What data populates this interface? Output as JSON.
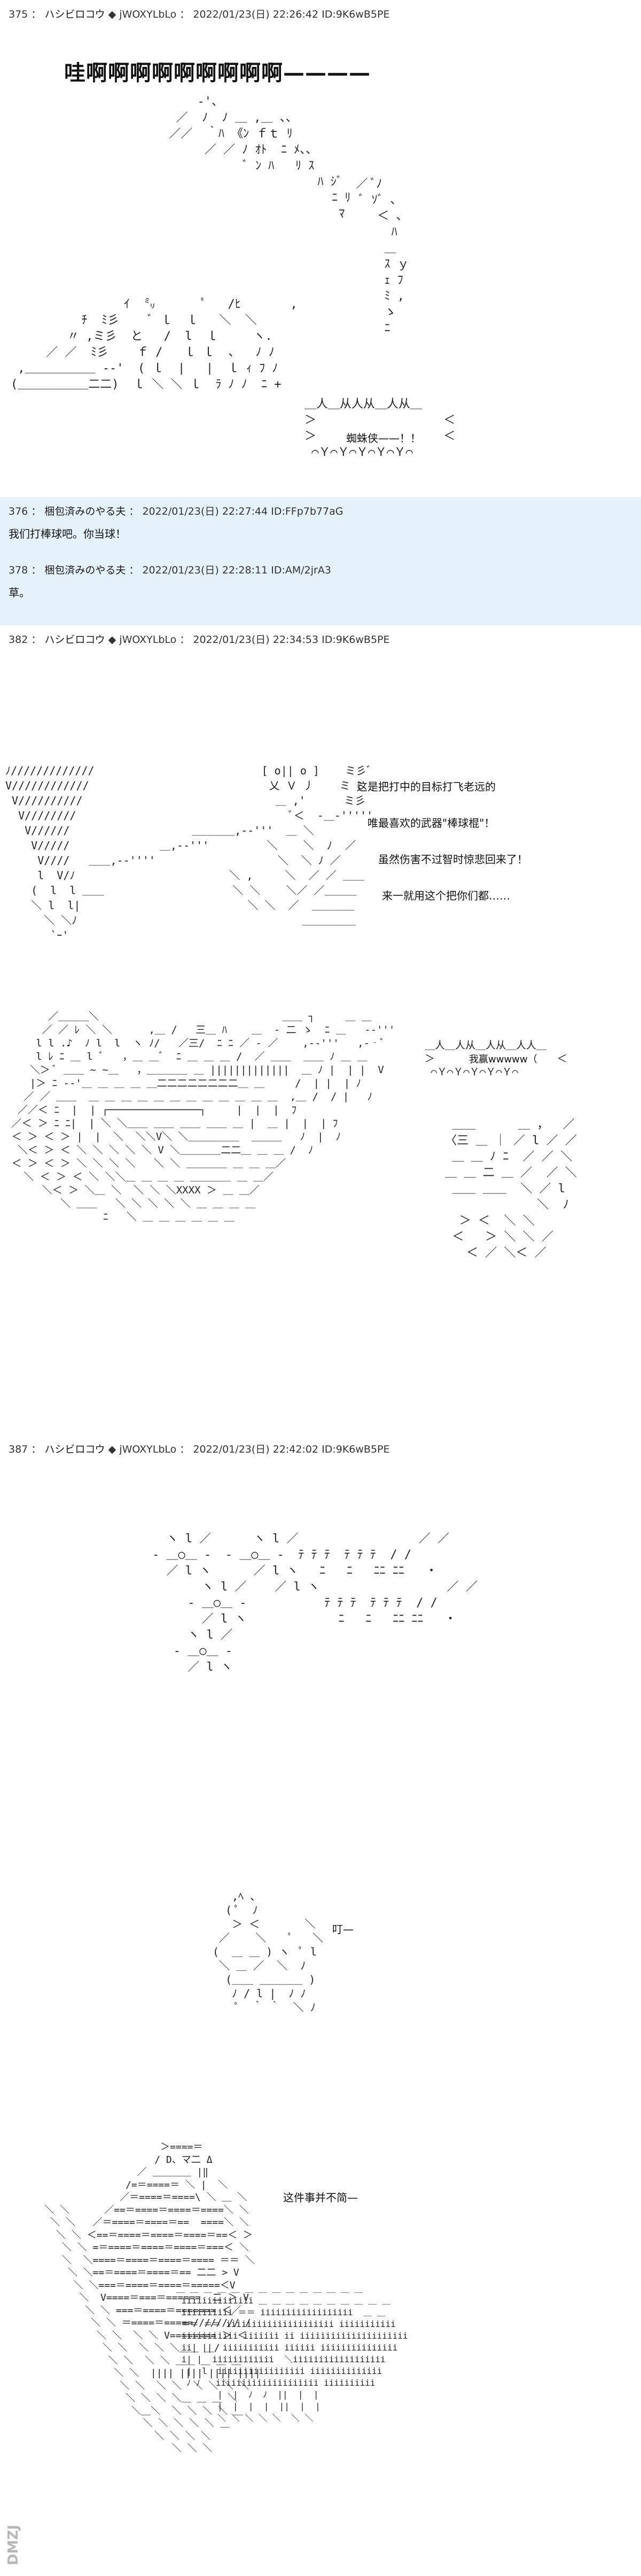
{
  "posts": [
    {
      "number": "375",
      "name": "ハシビロコウ",
      "trip": "◆ jWOXYLbLo",
      "date": "2022/01/23(日) 22:26:42",
      "id": "ID:9K6wB5PE",
      "shout": "哇啊啊啊啊啊啊啊啊啊————",
      "spider_bubble": "蜘蛛侠——！！"
    },
    {
      "number": "376",
      "name": "梱包済みのやる夫",
      "date": "2022/01/23(日) 22:27:44",
      "id": "ID:FFp7b77aG",
      "text": "我们打棒球吧。你当球！"
    },
    {
      "number": "378",
      "name": "梱包済みのやる夫",
      "date": "2022/01/23(日) 22:28:11",
      "id": "ID:AM/2jrA3",
      "text": "草。"
    },
    {
      "number": "382",
      "name": "ハシビロコウ",
      "trip": "◆ jWOXYLbLo",
      "date": "2022/01/23(日) 22:34:53",
      "id": "ID:9K6wB5PE",
      "lines": [
        "这是把打中的目标打飞老远的",
        "唯最喜欢的武器\"棒球棍\"！",
        "虽然伤害不过智时惊悲回来了！",
        "来一就用这个把你们都……"
      ],
      "impact_bubble": "我赢wwwww（"
    },
    {
      "number": "387",
      "name": "ハシビロコウ",
      "trip": "◆ jWOXYLbLo",
      "date": "2022/01/23(日) 22:42:02",
      "id": "ID:9K6wB5PE",
      "sound": "叮—",
      "closing": "这件事并不简—"
    }
  ],
  "watermark": "DMZJ"
}
